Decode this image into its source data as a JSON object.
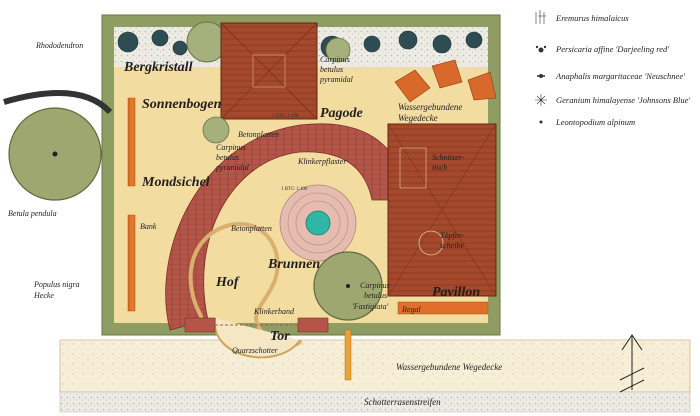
{
  "plan": {
    "areas": {
      "bergkristall": "Bergkristall",
      "sonnenbogen": "Sonnenbogen",
      "pagode": "Pagode",
      "mondsichel": "Mondsichel",
      "hof": "Hof",
      "brunnen": "Brunnen",
      "pavillon": "Pavillon",
      "tor": "Tor"
    },
    "labels": {
      "wassergebundene_wegedecke_1": "Wassergebundene",
      "wassergebundene_wegedecke_2": "Wegedecke",
      "betonplatten_top": "Betonplatten",
      "betonplatten_mid": "Betonplatten",
      "klinkerpflaster": "Klinkerpflaster",
      "klinkerband": "Klinkerband",
      "quarzschotter": "Quarzschotter",
      "bank": "Bank",
      "regal": "Regal",
      "schnitzertisch_1": "Schnitzer-",
      "schnitzertisch_2": "tisch",
      "toepferscheibe_1": "Töpfer-",
      "toepferscheibe_2": "scheibe",
      "lower_path": "Wassergebundene Wegedecke",
      "bottom_strip": "Schotterrasenstreifen",
      "elevation_1": "1 BTG 1:100",
      "elevation_2": "1 BTG 1:100"
    },
    "plants": {
      "rhododendron": "Rhododendron",
      "betula_pendula": "Betula pendula",
      "populus_1": "Populus nigra",
      "populus_2": "Hecke",
      "carpinus_top_1": "Carpinus",
      "carpinus_top_2": "betulus",
      "carpinus_top_3": "pyramidal",
      "carpinus_mid_1": "Carpinus",
      "carpinus_mid_2": "betulus",
      "carpinus_mid_3": "pyramidal",
      "carpinus_bot_1": "Carpinus",
      "carpinus_bot_2": "betulus",
      "carpinus_bot_3": "'Fastigiata'"
    }
  },
  "legend": [
    {
      "label": "Eremurus himalaicus",
      "icon": "eremurus-icon"
    },
    {
      "label": "Persicaria affine 'Darjeeling red'",
      "icon": "persicaria-icon"
    },
    {
      "label": "Anaphalis margaritaceae 'Neuschnee'",
      "icon": "anaphalis-icon"
    },
    {
      "label": "Geranium himalayense 'Johnsons Blue'",
      "icon": "geranium-icon"
    },
    {
      "label": "Leontopodium alpinum",
      "icon": "leontopodium-icon"
    }
  ],
  "colors": {
    "hedge": "#8a9a5b",
    "sand": "#f3dfa8",
    "brick": "#a8483b",
    "wood": "#a24f30",
    "tree": "#9da871",
    "path": "#f6efd9"
  }
}
